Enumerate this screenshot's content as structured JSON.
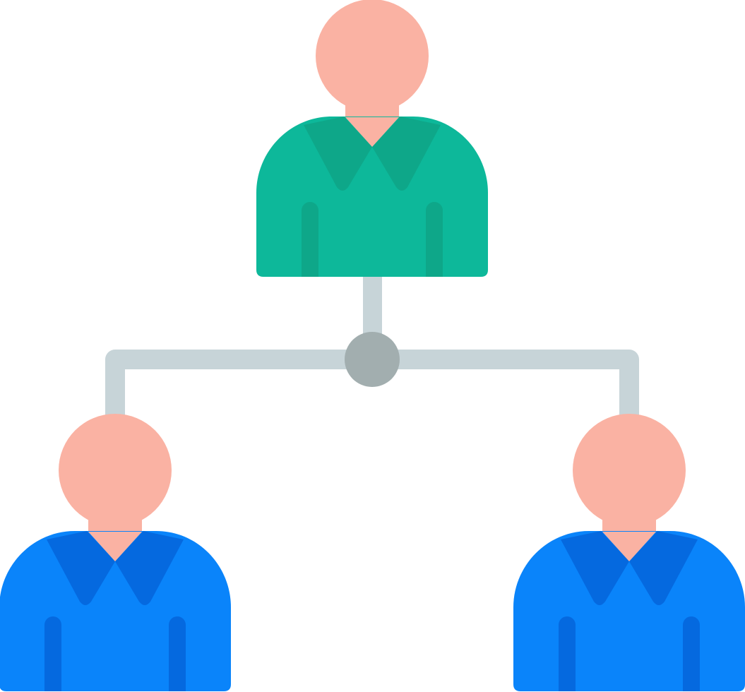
{
  "diagram": {
    "type": "org-hierarchy-icon",
    "nodes": [
      {
        "id": "manager",
        "role": "top",
        "icon": "person-icon"
      },
      {
        "id": "member-left",
        "role": "child",
        "icon": "person-icon"
      },
      {
        "id": "member-right",
        "role": "child",
        "icon": "person-icon"
      }
    ],
    "edges": [
      {
        "from": "manager",
        "to": "member-left"
      },
      {
        "from": "manager",
        "to": "member-right"
      }
    ]
  },
  "colors": {
    "skin": "#FAB2A3",
    "manager_shirt": "#0DB89A",
    "manager_shirt_shade": "#0EA789",
    "member_shirt": "#0A84FA",
    "member_shirt_shade": "#0569DF",
    "connector": "#C7D4D8",
    "junction": "#A2AEAF",
    "background": "#FFFFFF"
  }
}
